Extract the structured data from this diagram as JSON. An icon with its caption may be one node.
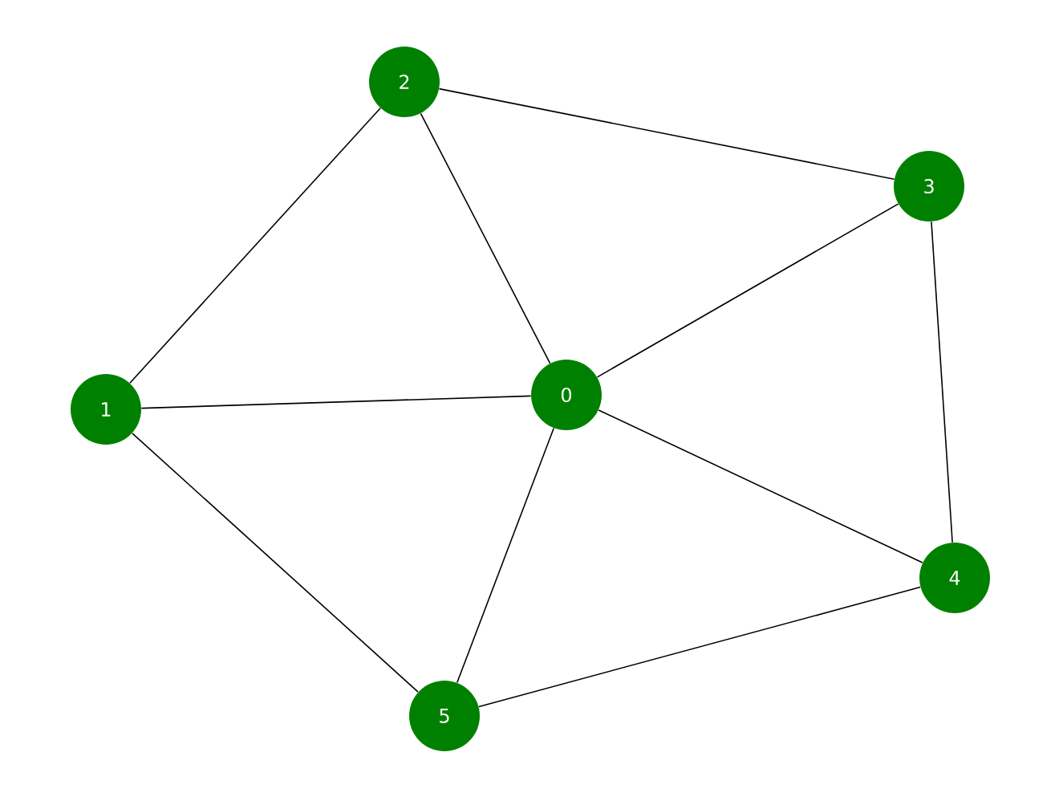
{
  "diagram": {
    "nodes": [
      {
        "text": [
          "0"
        ]
      },
      {
        "text": [
          "1"
        ]
      },
      {
        "text": [
          "2"
        ]
      },
      {
        "text": [
          "3"
        ]
      },
      {
        "text": [
          "4"
        ]
      },
      {
        "text": [
          "5"
        ]
      }
    ],
    "edges": [
      {
        "from": 0,
        "to": 1,
        "arrow": "none"
      },
      {
        "from": 0,
        "to": 2,
        "arrow": "none"
      },
      {
        "from": 0,
        "to": 3,
        "arrow": "none"
      },
      {
        "from": 0,
        "to": 4,
        "arrow": "none"
      },
      {
        "from": 0,
        "to": 5,
        "arrow": "none"
      },
      {
        "from": 1,
        "to": 2,
        "arrow": "none"
      },
      {
        "from": 1,
        "to": 5,
        "arrow": "none"
      },
      {
        "from": 2,
        "to": 3,
        "arrow": "none"
      },
      {
        "from": 3,
        "to": 4,
        "arrow": "none"
      },
      {
        "from": 4,
        "to": 5,
        "arrow": "none"
      }
    ]
  }
}
